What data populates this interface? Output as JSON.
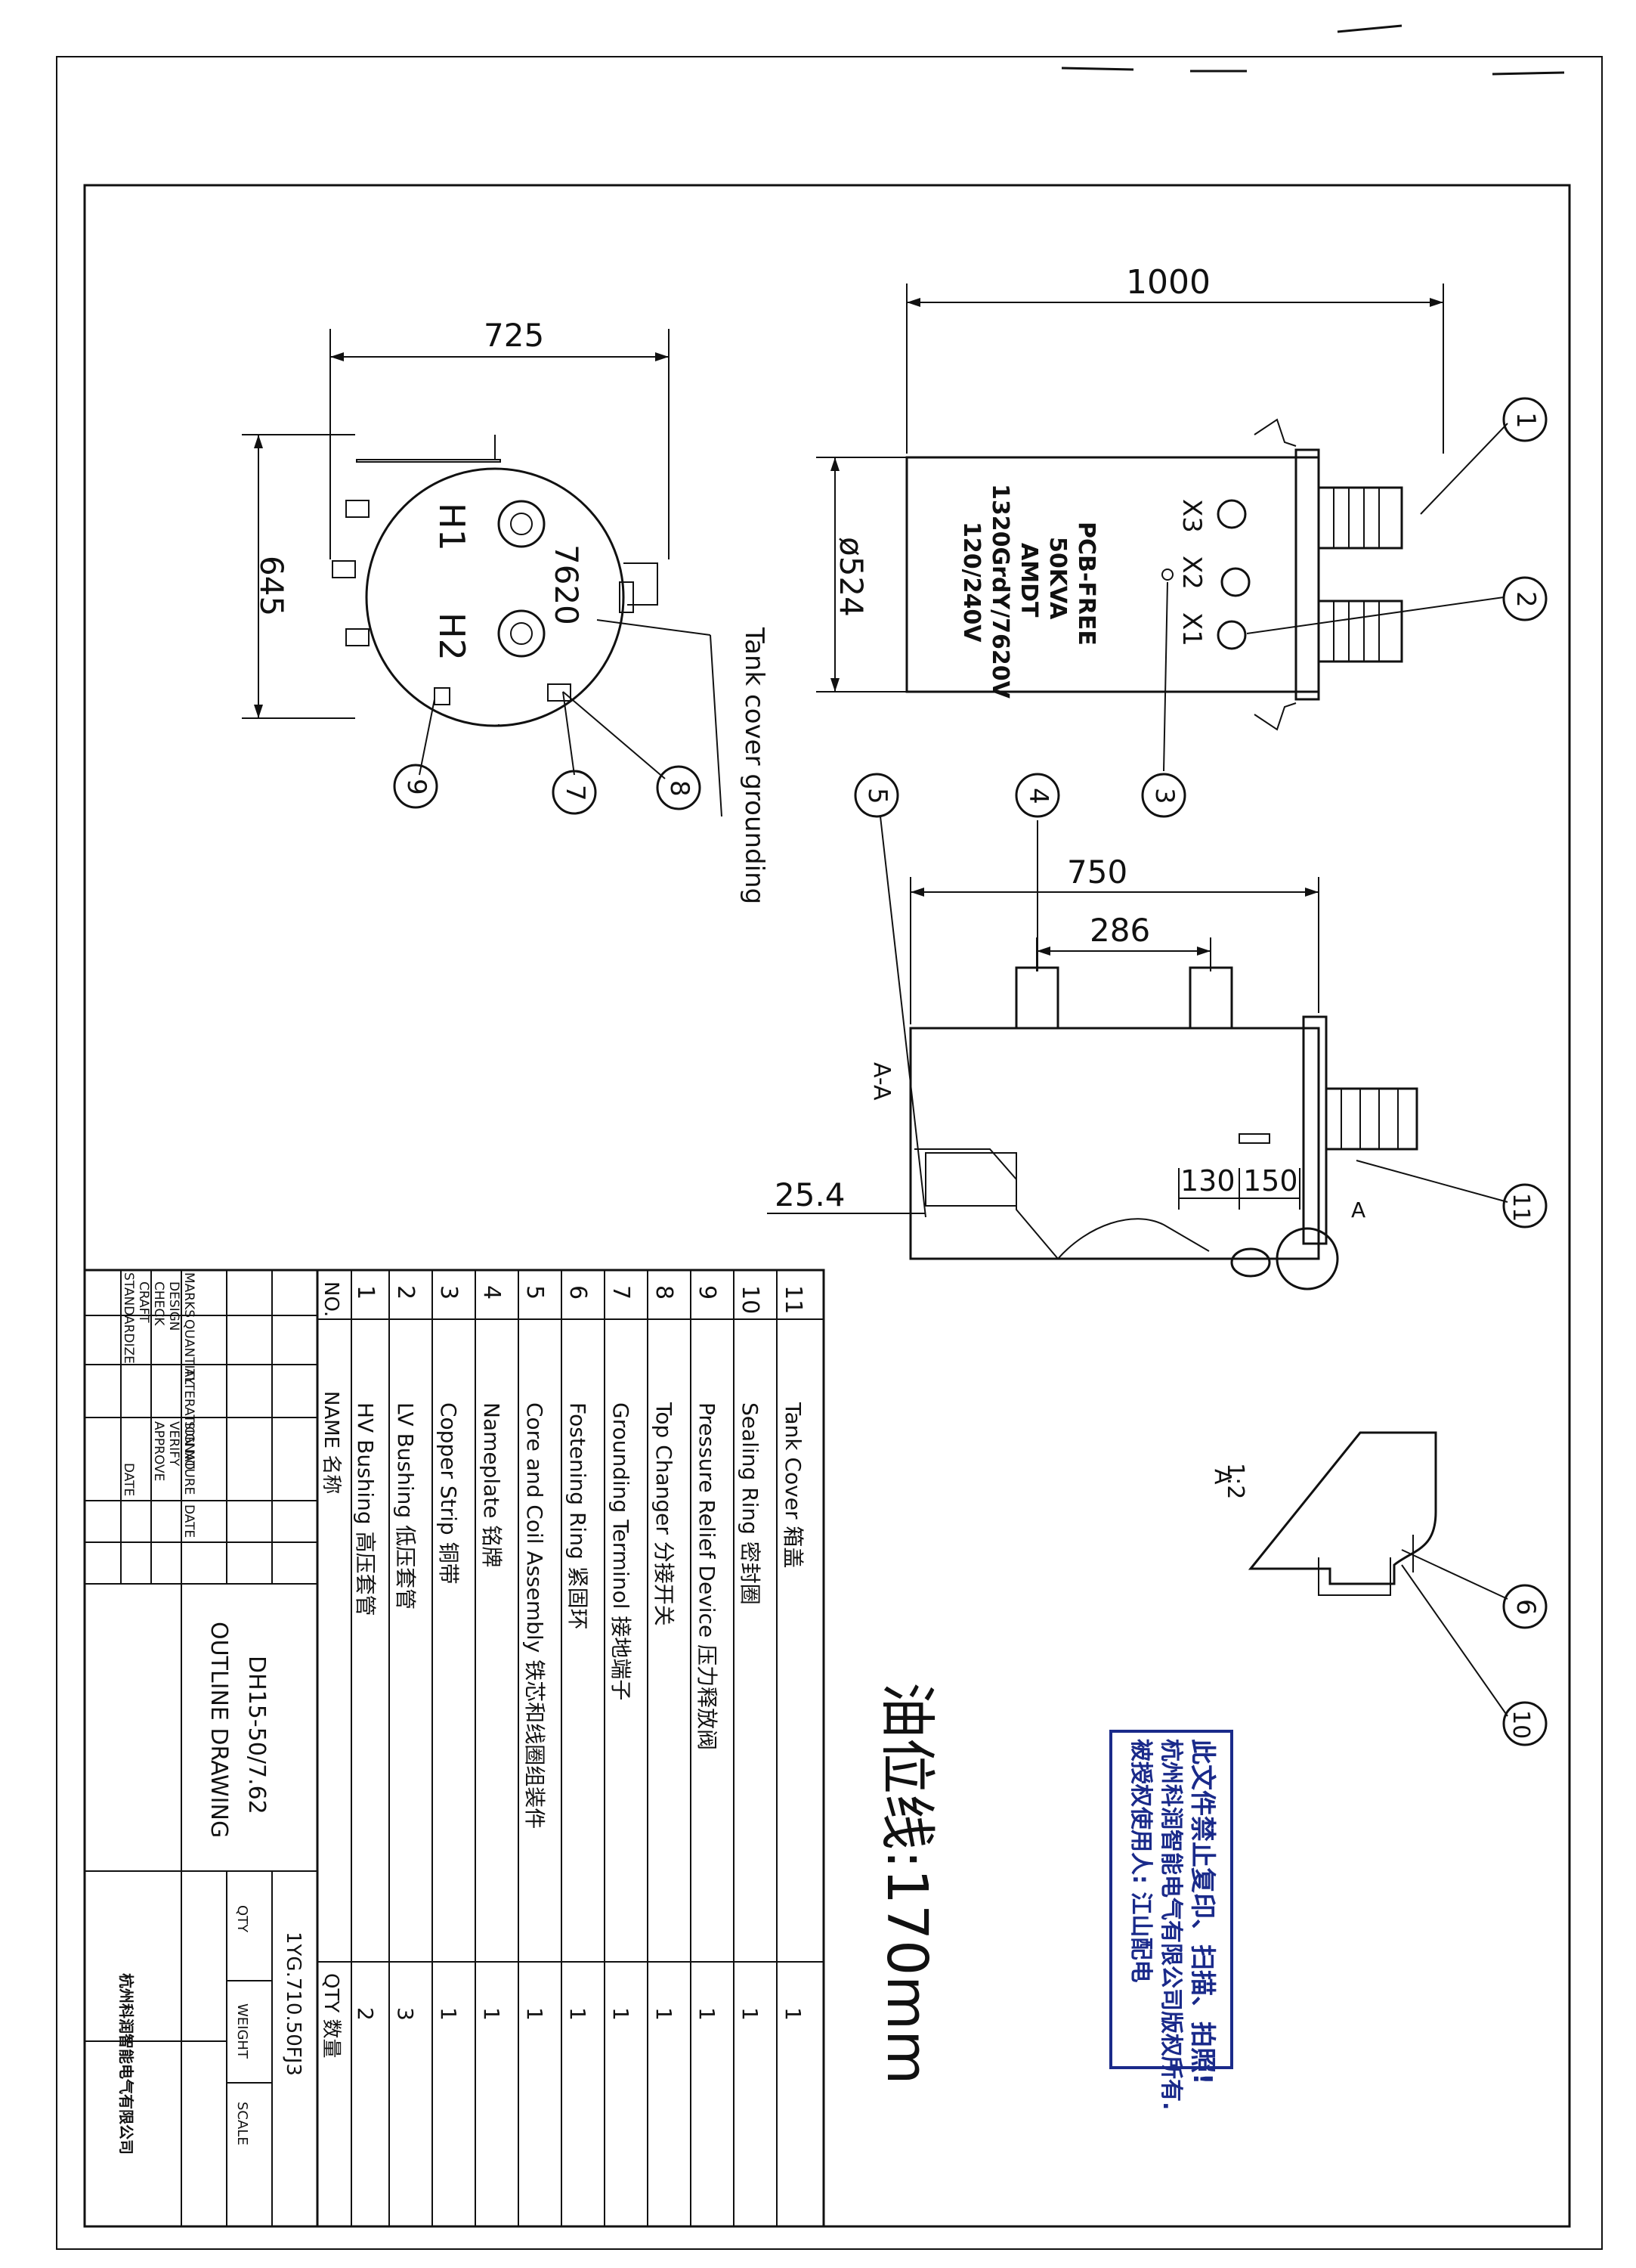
{
  "drawing": {
    "title_model": "DH15-50/7.62",
    "title_name": "OUTLINE DRAWING",
    "drawing_number": "1YG.710.50FJ3",
    "company": "杭州科润智能电气有限公司",
    "oil_level": "油位线:170mm",
    "view_section": "A-A",
    "detail_label": "A",
    "detail_scale": "1:2",
    "section_mark": "A"
  },
  "dimensions": {
    "top_width": "725",
    "top_depth": "645",
    "front_width": "1000",
    "front_diameter": "ø524",
    "section_width": "750",
    "section_lug_spacing": "286",
    "section_bottom": "25.4",
    "section_offset_a": "130",
    "section_offset_b": "150"
  },
  "top_view": {
    "terminal_h1": "H1",
    "terminal_h2": "H2",
    "voltage": "7620",
    "ground_label": "Tank cover grounding"
  },
  "front_view": {
    "nameplate_lines": [
      "PCB-FREE",
      "50KVA",
      "AMDT",
      "1320GrdY/7620V",
      "120/240V"
    ],
    "terminals": [
      "X3",
      "X2",
      "X1"
    ]
  },
  "balloons": [
    "1",
    "2",
    "3",
    "4",
    "5",
    "6",
    "7",
    "8",
    "9",
    "10",
    "11"
  ],
  "parts_table": {
    "header": {
      "no": "NO.",
      "name": "NAME 名称",
      "qty": "QTY 数量"
    },
    "rows": [
      {
        "no": "11",
        "name": "Tank Cover 箱盖",
        "qty": "1"
      },
      {
        "no": "10",
        "name": "Sealing Ring 密封圈",
        "qty": "1"
      },
      {
        "no": "9",
        "name": "Pressure Relief Device 压力释放阀",
        "qty": "1"
      },
      {
        "no": "8",
        "name": "Top Changer 分接开关",
        "qty": "1"
      },
      {
        "no": "7",
        "name": "Grounding Terminol 接地端子",
        "qty": "1"
      },
      {
        "no": "6",
        "name": "Fostening Ring 紧固环",
        "qty": "1"
      },
      {
        "no": "5",
        "name": "Core and Coil Assembly 铁芯和线圈组装件",
        "qty": "1"
      },
      {
        "no": "4",
        "name": "Nameplate 铭牌",
        "qty": "1"
      },
      {
        "no": "3",
        "name": "Copper Strip 铜带",
        "qty": "1"
      },
      {
        "no": "2",
        "name": "LV Bushing 低压套管",
        "qty": "3"
      },
      {
        "no": "1",
        "name": "HV Bushing 高压套管",
        "qty": "2"
      }
    ]
  },
  "title_block": {
    "revision_headers": [
      "MARKS",
      "QUANTITY",
      "ALTERATION NO.",
      "SIGNATURE",
      "DATE"
    ],
    "roles": [
      "DESIGN",
      "CHECK",
      "CRAFT",
      "STANDARDIZE"
    ],
    "roles2": [
      "VERIFY",
      "APPROVE",
      "DATE"
    ],
    "qty": "QTY",
    "weight": "WEIGHT",
    "scale": "SCALE"
  },
  "stamp": {
    "line1": "此文件禁止复印、扫描、拍照!",
    "line2": "杭州科润智能电气有限公司版权所有.",
    "line3": "被授权使用人: 江山配电"
  }
}
